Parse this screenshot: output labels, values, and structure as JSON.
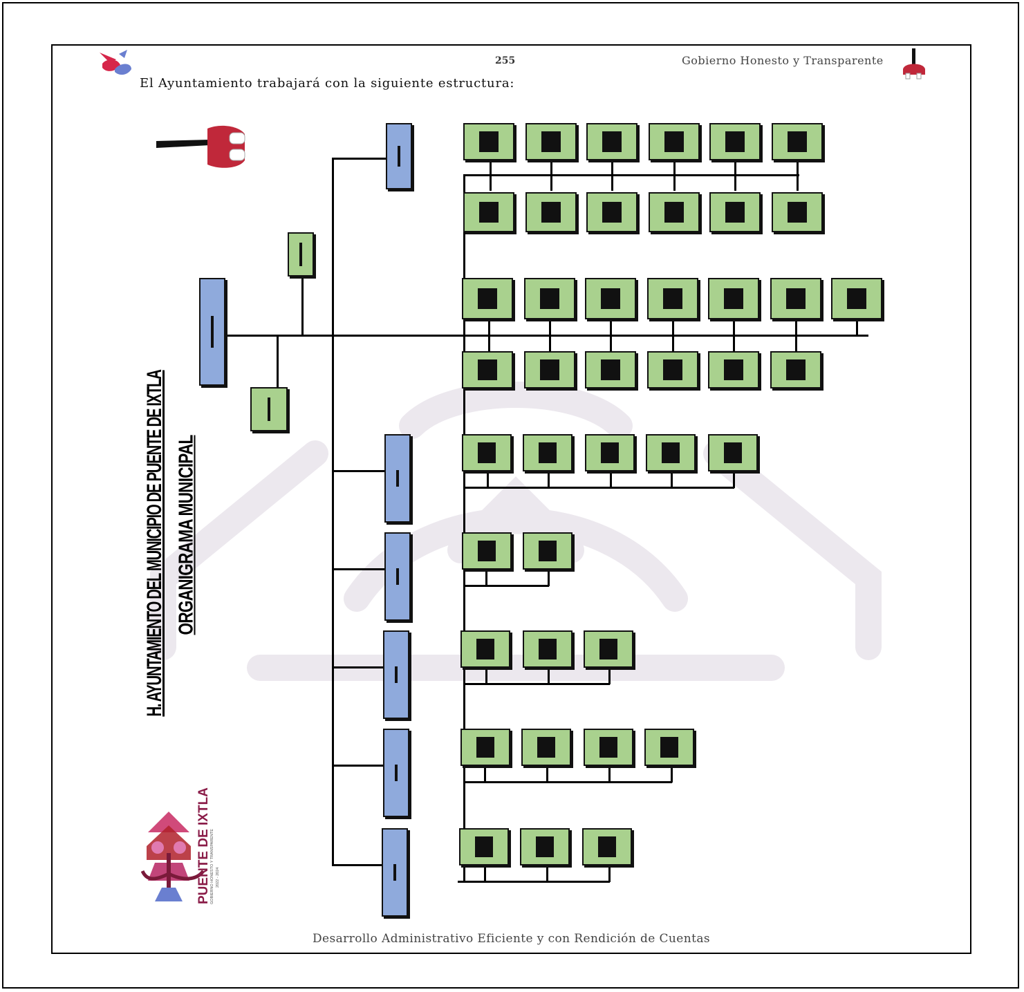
{
  "header": {
    "page_number": "255",
    "slogan": "Gobierno Honesto y Transparente"
  },
  "intro_text": "El Ayuntamiento trabajará con la siguiente estructura:",
  "title": {
    "line1": "H. AYUNTAMIENTO DEL MUNICIPIO DE PUENTE DE IXTLA",
    "line2": "ORGANIGRAMA MUNICIPAL"
  },
  "logo": {
    "name": "PUENTE DE IXTLA",
    "tagline": "GOBIERNO HONESTO Y TRANSPARENTE",
    "years": "2022 - 2024"
  },
  "footer": "Desarrollo Administrativo Eficiente y con Rendición de Cuentas",
  "colors": {
    "blue_box": "#8faadc",
    "green_box": "#a9d18e",
    "line": "#000000",
    "logo_red": "#b0202a",
    "logo_pink": "#c2457a"
  }
}
